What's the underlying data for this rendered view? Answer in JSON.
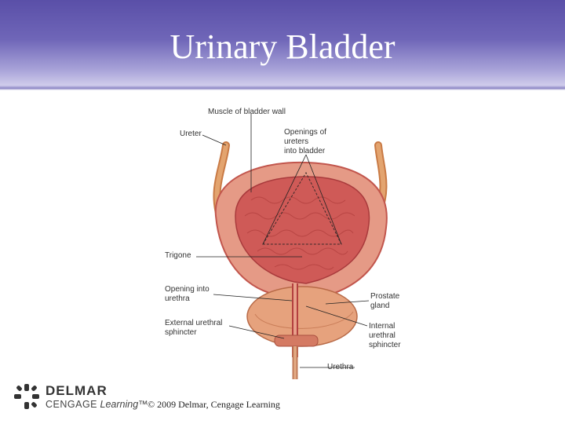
{
  "slide": {
    "title": "Urinary Bladder",
    "copyright": "© 2009 Delmar, Cengage Learning"
  },
  "logo": {
    "brand": "DELMAR",
    "company": "CENGAGE",
    "learning": "Learning",
    "trademark": "™"
  },
  "diagram": {
    "labels": {
      "muscle": "Muscle of bladder wall",
      "ureter": "Ureter",
      "openings": "Openings of\nureters\ninto bladder",
      "trigone": "Trigone",
      "opening_urethra": "Opening into\nurethra",
      "prostate": "Prostate\ngland",
      "external": "External urethral\nsphincter",
      "internal": "Internal\nurethral\nsphincter",
      "urethra": "Urethra"
    }
  },
  "colors": {
    "header_top": "#5a4fa8",
    "header_bottom": "#d6d3ee",
    "bladder_tissue": "#e38a7a",
    "bladder_inner": "#c9474a",
    "ureter": "#d9955e"
  }
}
